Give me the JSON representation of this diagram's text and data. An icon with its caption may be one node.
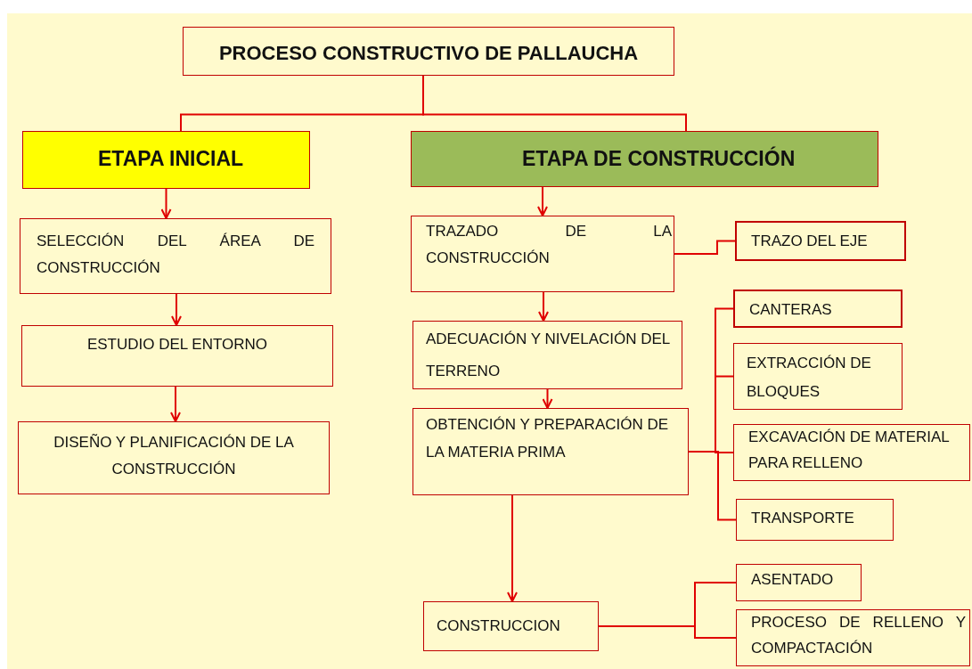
{
  "diagram": {
    "nodes": [
      {
        "text": [
          "PROCESO CONSTRUCTIVO DE PALLAUCHA"
        ]
      },
      {
        "text": [
          "ETAPA INICIAL"
        ]
      },
      {
        "text": [
          "ETAPA DE CONSTRUCCIÓN"
        ]
      },
      {
        "text": [
          "SELECCIÓN DEL ÁREA DE CONSTRUCCIÓN"
        ]
      },
      {
        "text": [
          "TRAZADO DE LA CONSTRUCCIÓN"
        ]
      },
      {
        "text": [
          "TRAZO DEL EJE"
        ]
      },
      {
        "text": [
          "CANTERAS"
        ]
      },
      {
        "text": [
          "ESTUDIO DEL ENTORNO"
        ]
      },
      {
        "text": [
          "ADECUACIÓN Y NIVELACIÓN DEL TERRENO"
        ]
      },
      {
        "text": [
          "EXTRACCIÓN DE BLOQUES"
        ]
      },
      {
        "text": [
          "OBTENCIÓN Y PREPARACIÓN DE LA MATERIA PRIMA"
        ]
      },
      {
        "text": [
          "DISEÑO Y PLANIFICACIÓN DE LA CONSTRUCCIÓN"
        ]
      },
      {
        "text": [
          "EXCAVACIÓN DE MATERIAL PARA RELLENO"
        ]
      },
      {
        "text": [
          "TRANSPORTE"
        ]
      },
      {
        "text": [
          "ASENTADO"
        ]
      },
      {
        "text": [
          "CONSTRUCCION"
        ]
      },
      {
        "text": [
          "PROCESO DE RELLENO Y COMPACTACIÓN"
        ]
      }
    ],
    "edges": [
      {
        "from": 0,
        "to": 1,
        "arrow": "none"
      },
      {
        "from": 0,
        "to": 2,
        "arrow": "none"
      },
      {
        "from": 1,
        "to": 3,
        "arrow": "to"
      },
      {
        "from": 3,
        "to": 7,
        "arrow": "to"
      },
      {
        "from": 7,
        "to": 11,
        "arrow": "to"
      },
      {
        "from": 2,
        "to": 4,
        "arrow": "to"
      },
      {
        "from": 4,
        "to": 8,
        "arrow": "to"
      },
      {
        "from": 8,
        "to": 10,
        "arrow": "to"
      },
      {
        "from": 10,
        "to": 15,
        "arrow": "to"
      },
      {
        "from": 4,
        "to": 5,
        "arrow": "none"
      },
      {
        "from": 10,
        "to": 6,
        "arrow": "none"
      },
      {
        "from": 10,
        "to": 9,
        "arrow": "none"
      },
      {
        "from": 10,
        "to": 12,
        "arrow": "none"
      },
      {
        "from": 10,
        "to": 13,
        "arrow": "none"
      },
      {
        "from": 15,
        "to": 14,
        "arrow": "none"
      },
      {
        "from": 15,
        "to": 16,
        "arrow": "none"
      }
    ]
  }
}
